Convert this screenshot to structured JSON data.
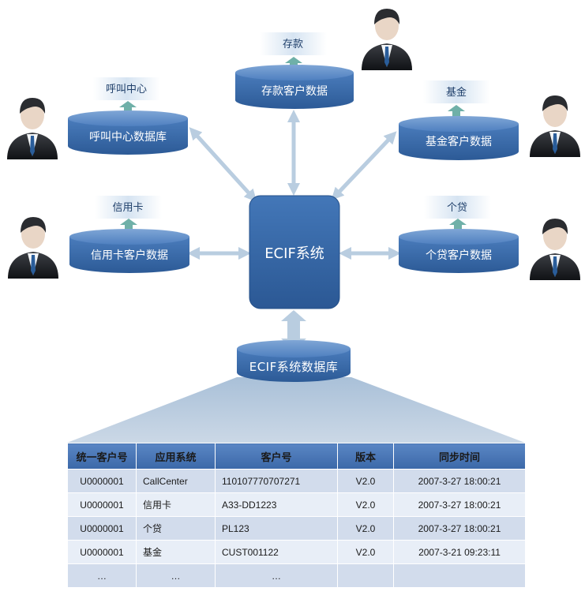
{
  "core": {
    "label": "ECIF系统"
  },
  "ecif_db": {
    "label": "ECIF系统数据库"
  },
  "systems": [
    {
      "id": "deposit",
      "tag": "存款",
      "db": "存款客户数据"
    },
    {
      "id": "callcenter",
      "tag": "呼叫中心",
      "db": "呼叫中心数据库"
    },
    {
      "id": "fund",
      "tag": "基金",
      "db": "基金客户数据"
    },
    {
      "id": "credit",
      "tag": "信用卡",
      "db": "信用卡客户数据"
    },
    {
      "id": "loan",
      "tag": "个贷",
      "db": "个贷客户数据"
    }
  ],
  "table": {
    "headers": [
      "统一客户号",
      "应用系统",
      "客户号",
      "版本",
      "同步时间"
    ],
    "rows": [
      [
        "U0000001",
        "CallCenter",
        "110107770707271",
        "V2.0",
        "2007-3-27 18:00:21"
      ],
      [
        "U0000001",
        "信用卡",
        "A33-DD1223",
        "V2.0",
        "2007-3-27 18:00:21"
      ],
      [
        "U0000001",
        "个贷",
        "PL123",
        "V2.0",
        "2007-3-27 18:00:21"
      ],
      [
        "U0000001",
        "基金",
        "CUST001122",
        "V2.0",
        "2007-3-21 09:23:11"
      ],
      [
        "…",
        "…",
        "…",
        "",
        ""
      ]
    ]
  },
  "colors": {
    "db_fill": "#3a6ba8",
    "db_top": "#5b8ac6",
    "tag_fill": "#dfe9f4",
    "arrow": "#b9cde0",
    "core_fill": "#3466a6",
    "funnel": "#b7cadc"
  }
}
